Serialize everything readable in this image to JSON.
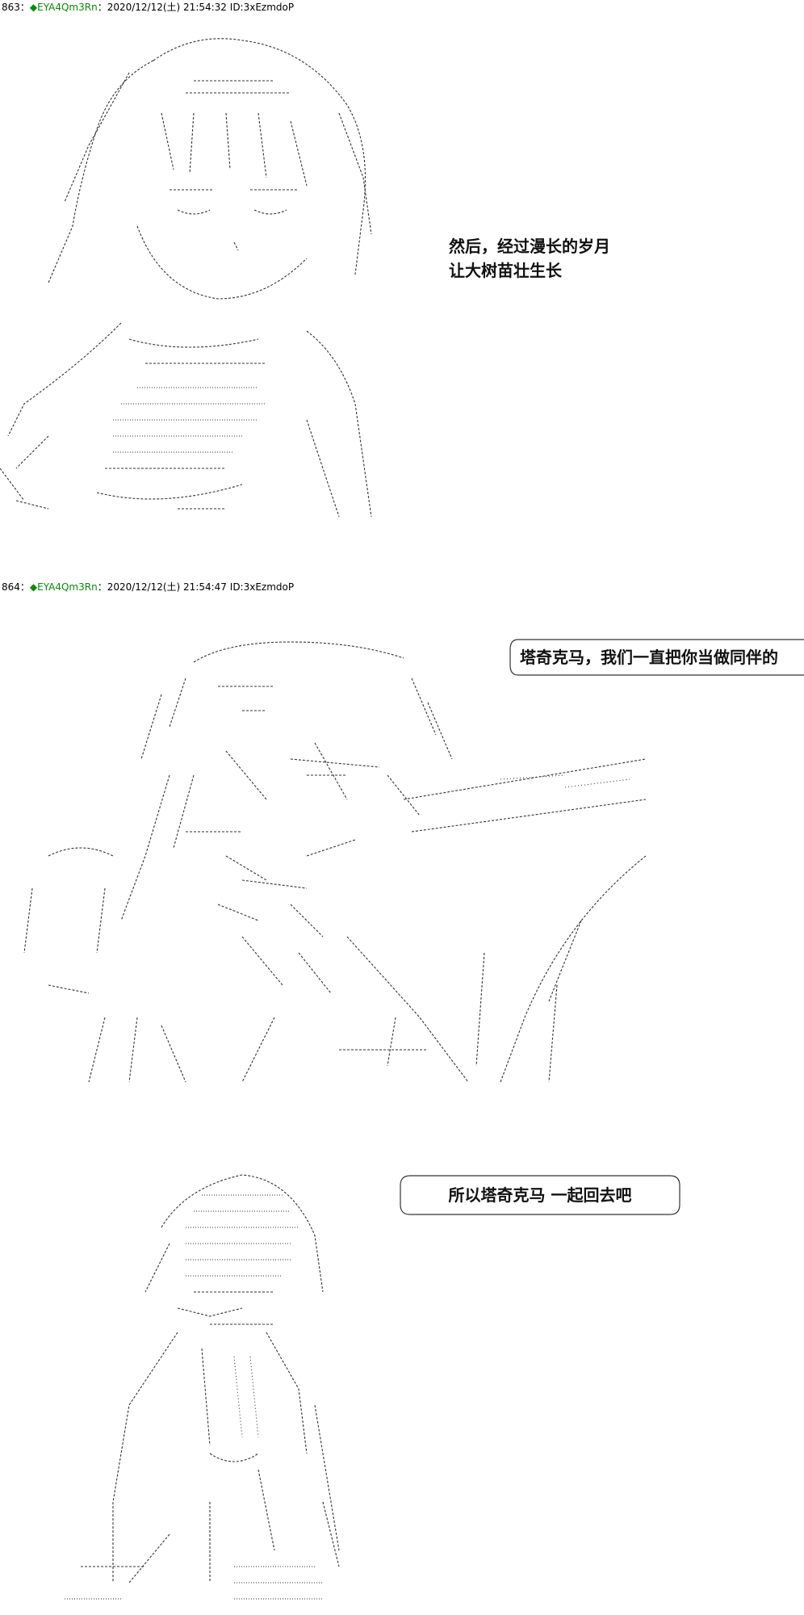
{
  "posts": [
    {
      "number": "863",
      "separator": "：",
      "trip_mark": "◆",
      "trip": "EYA4Qm3Rn",
      "datetime": "：2020/12/12(土) 21:54:32",
      "id": "ID:3xEzmdoP"
    },
    {
      "number": "864",
      "separator": "：",
      "trip_mark": "◆",
      "trip": "EYA4Qm3Rn",
      "datetime": "：2020/12/12(土) 21:54:47",
      "id": "ID:3xEzmdoP"
    }
  ],
  "caption_1": {
    "line_1": "然后，经过漫长的岁月",
    "line_2": "让大树苗壮生长"
  },
  "bubble_1": {
    "text": "塔奇克马，我们一直把你当做同伴的"
  },
  "bubble_2": {
    "text": "所以塔奇克马 一起回去吧"
  },
  "colors": {
    "trip": "#0a8a0a",
    "text": "#111111",
    "art_line": "#333333"
  },
  "icons": {
    "art_1": "ascii-art-girl-portrait",
    "art_2": "ascii-art-girl-reaching",
    "art_3": "ascii-art-boy-standing"
  }
}
